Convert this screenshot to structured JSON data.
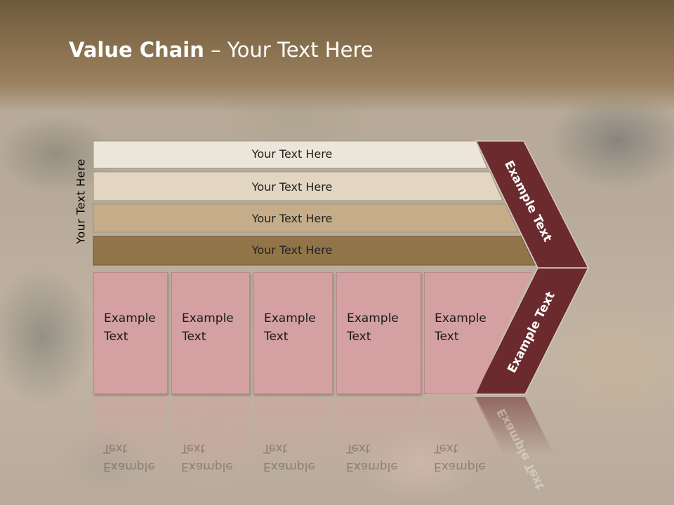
{
  "slide": {
    "title_bold": "Value Chain",
    "title_rest": " – Your Text Here",
    "side_label": "Your Text Here",
    "bars": [
      {
        "label": "Your Text Here",
        "color": "#ece6da"
      },
      {
        "label": "Your Text Here",
        "color": "#e2d6c2"
      },
      {
        "label": "Your Text Here",
        "color": "#c6ad89"
      },
      {
        "label": "Your Text Here",
        "color": "#927449"
      }
    ],
    "boxes": [
      {
        "line1": "Example",
        "line2": "Text"
      },
      {
        "line1": "Example",
        "line2": "Text"
      },
      {
        "line1": "Example",
        "line2": "Text"
      },
      {
        "line1": "Example",
        "line2": "Text"
      },
      {
        "line1": "Example",
        "line2": "Text"
      }
    ],
    "chevron_upper": "Example Text",
    "chevron_lower": "Example Text",
    "colors": {
      "chevron": "#6b2b2e",
      "box": "#d4a0a2"
    }
  }
}
